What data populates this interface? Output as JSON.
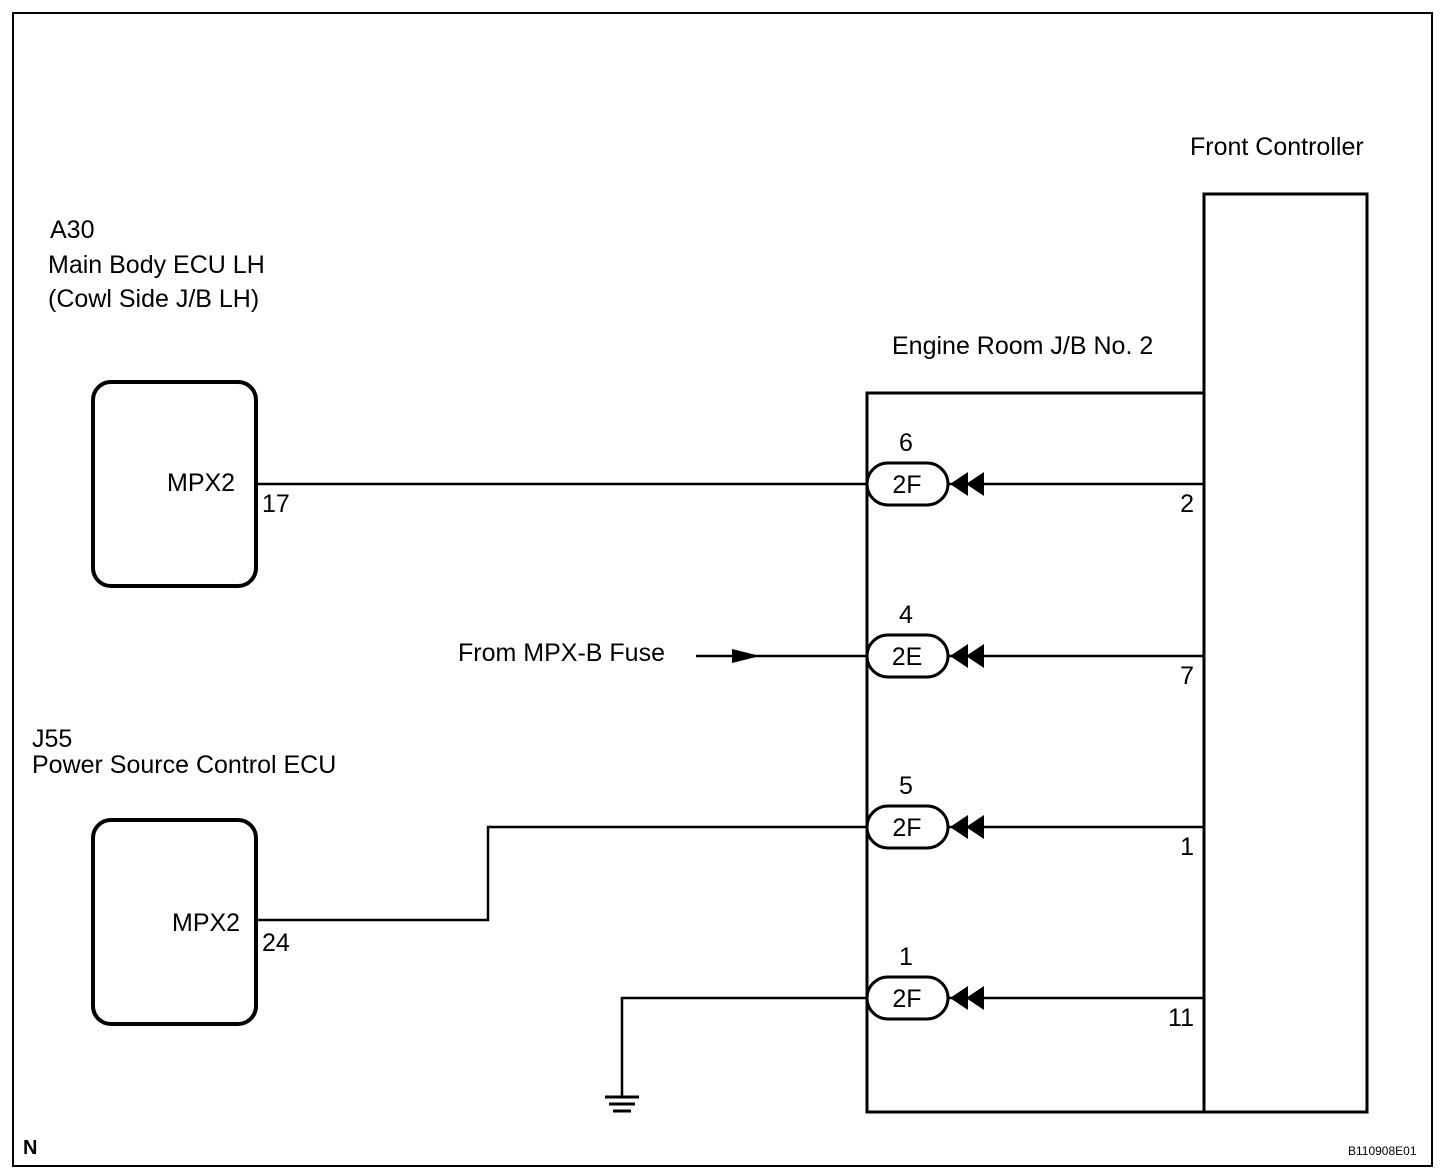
{
  "front_controller": {
    "label": "Front Controller"
  },
  "ecu_a30": {
    "code": "A30",
    "name": "Main Body ECU LH",
    "location": "(Cowl Side J/B LH)",
    "terminal": "MPX2",
    "pin": "17"
  },
  "ecu_j55": {
    "code": "J55",
    "name": "Power Source Control ECU",
    "terminal": "MPX2",
    "pin": "24"
  },
  "junction_block": {
    "label": "Engine Room J/B No. 2"
  },
  "connectors": [
    {
      "pin": "6",
      "connector": "2F",
      "controller_pin": "2"
    },
    {
      "pin": "4",
      "connector": "2E",
      "controller_pin": "7"
    },
    {
      "pin": "5",
      "connector": "2F",
      "controller_pin": "1"
    },
    {
      "pin": "1",
      "connector": "2F",
      "controller_pin": "11"
    }
  ],
  "fuse_feed": {
    "label": "From MPX-B Fuse"
  },
  "footer": {
    "corner_mark": "N",
    "figure_id": "B110908E01"
  }
}
